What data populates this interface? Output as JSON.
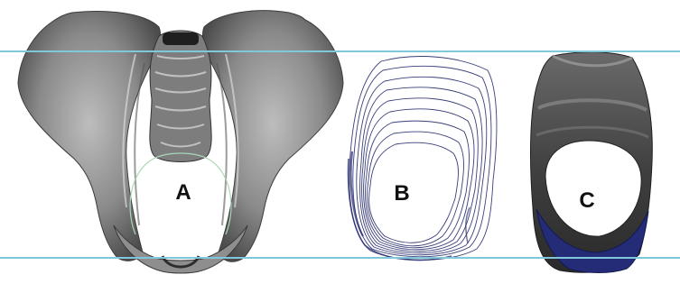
{
  "panels": [
    {
      "id": "pelvis-front-view",
      "label": "A"
    },
    {
      "id": "contour-stack",
      "label": "B"
    },
    {
      "id": "canal-surface",
      "label": "C"
    }
  ],
  "colors": {
    "background": "#ffffff",
    "reference_line": "#7fc8dc",
    "bone_light": "#c8c8c8",
    "bone_mid": "#8c8c8c",
    "bone_dark": "#4a4a4a",
    "contour_ink": "#3a3f7a",
    "surface_blue": "#242c78"
  }
}
